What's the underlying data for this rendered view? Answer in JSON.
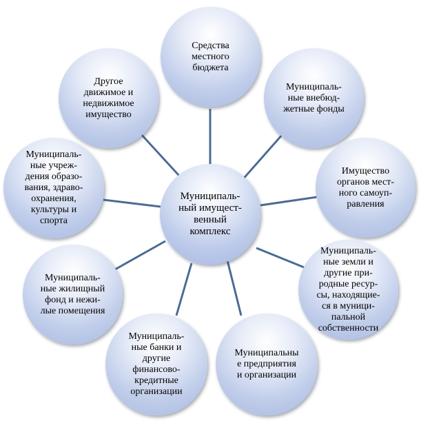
{
  "center": {
    "label": "Муниципаль-\nный имущест-\nвенный\nкомплекс"
  },
  "nodes": [
    {
      "id": "budget",
      "label": "Средства\nместного\nбюджета"
    },
    {
      "id": "funds",
      "label": "Муниципаль-\nные внебюд-\nжетные фонды"
    },
    {
      "id": "selfgov",
      "label": "Имущество\nорганов мест-\nного самоуп-\nравления"
    },
    {
      "id": "lands",
      "label": "Муниципаль-\nные земли и\nдругие при-\nродные ресур-\nсы, находящие-\nся в муници-\nпальной\nсобственности"
    },
    {
      "id": "enterprises",
      "label": "Муниципальны\nе предприятия\nи организации"
    },
    {
      "id": "banks",
      "label": "Муниципаль-\nные банки и\nдругие\nфинансово-\nкредитные\nорганизации"
    },
    {
      "id": "housing",
      "label": "Муниципаль-\nные жилищный\nфонд и нежи-\nлые помещения"
    },
    {
      "id": "institutions",
      "label": "Муниципаль-\nные учреж-\nдения образо-\nвания, здраво-\nохранения,\nкультуры и\nспорта"
    },
    {
      "id": "other",
      "label": "Другое\nдвижимое и\nнедвижимое\nимущество"
    }
  ],
  "colors": {
    "connector": "#4a6c94",
    "fill_light": "#ffffff",
    "fill_dark": "#a8b8e0"
  }
}
